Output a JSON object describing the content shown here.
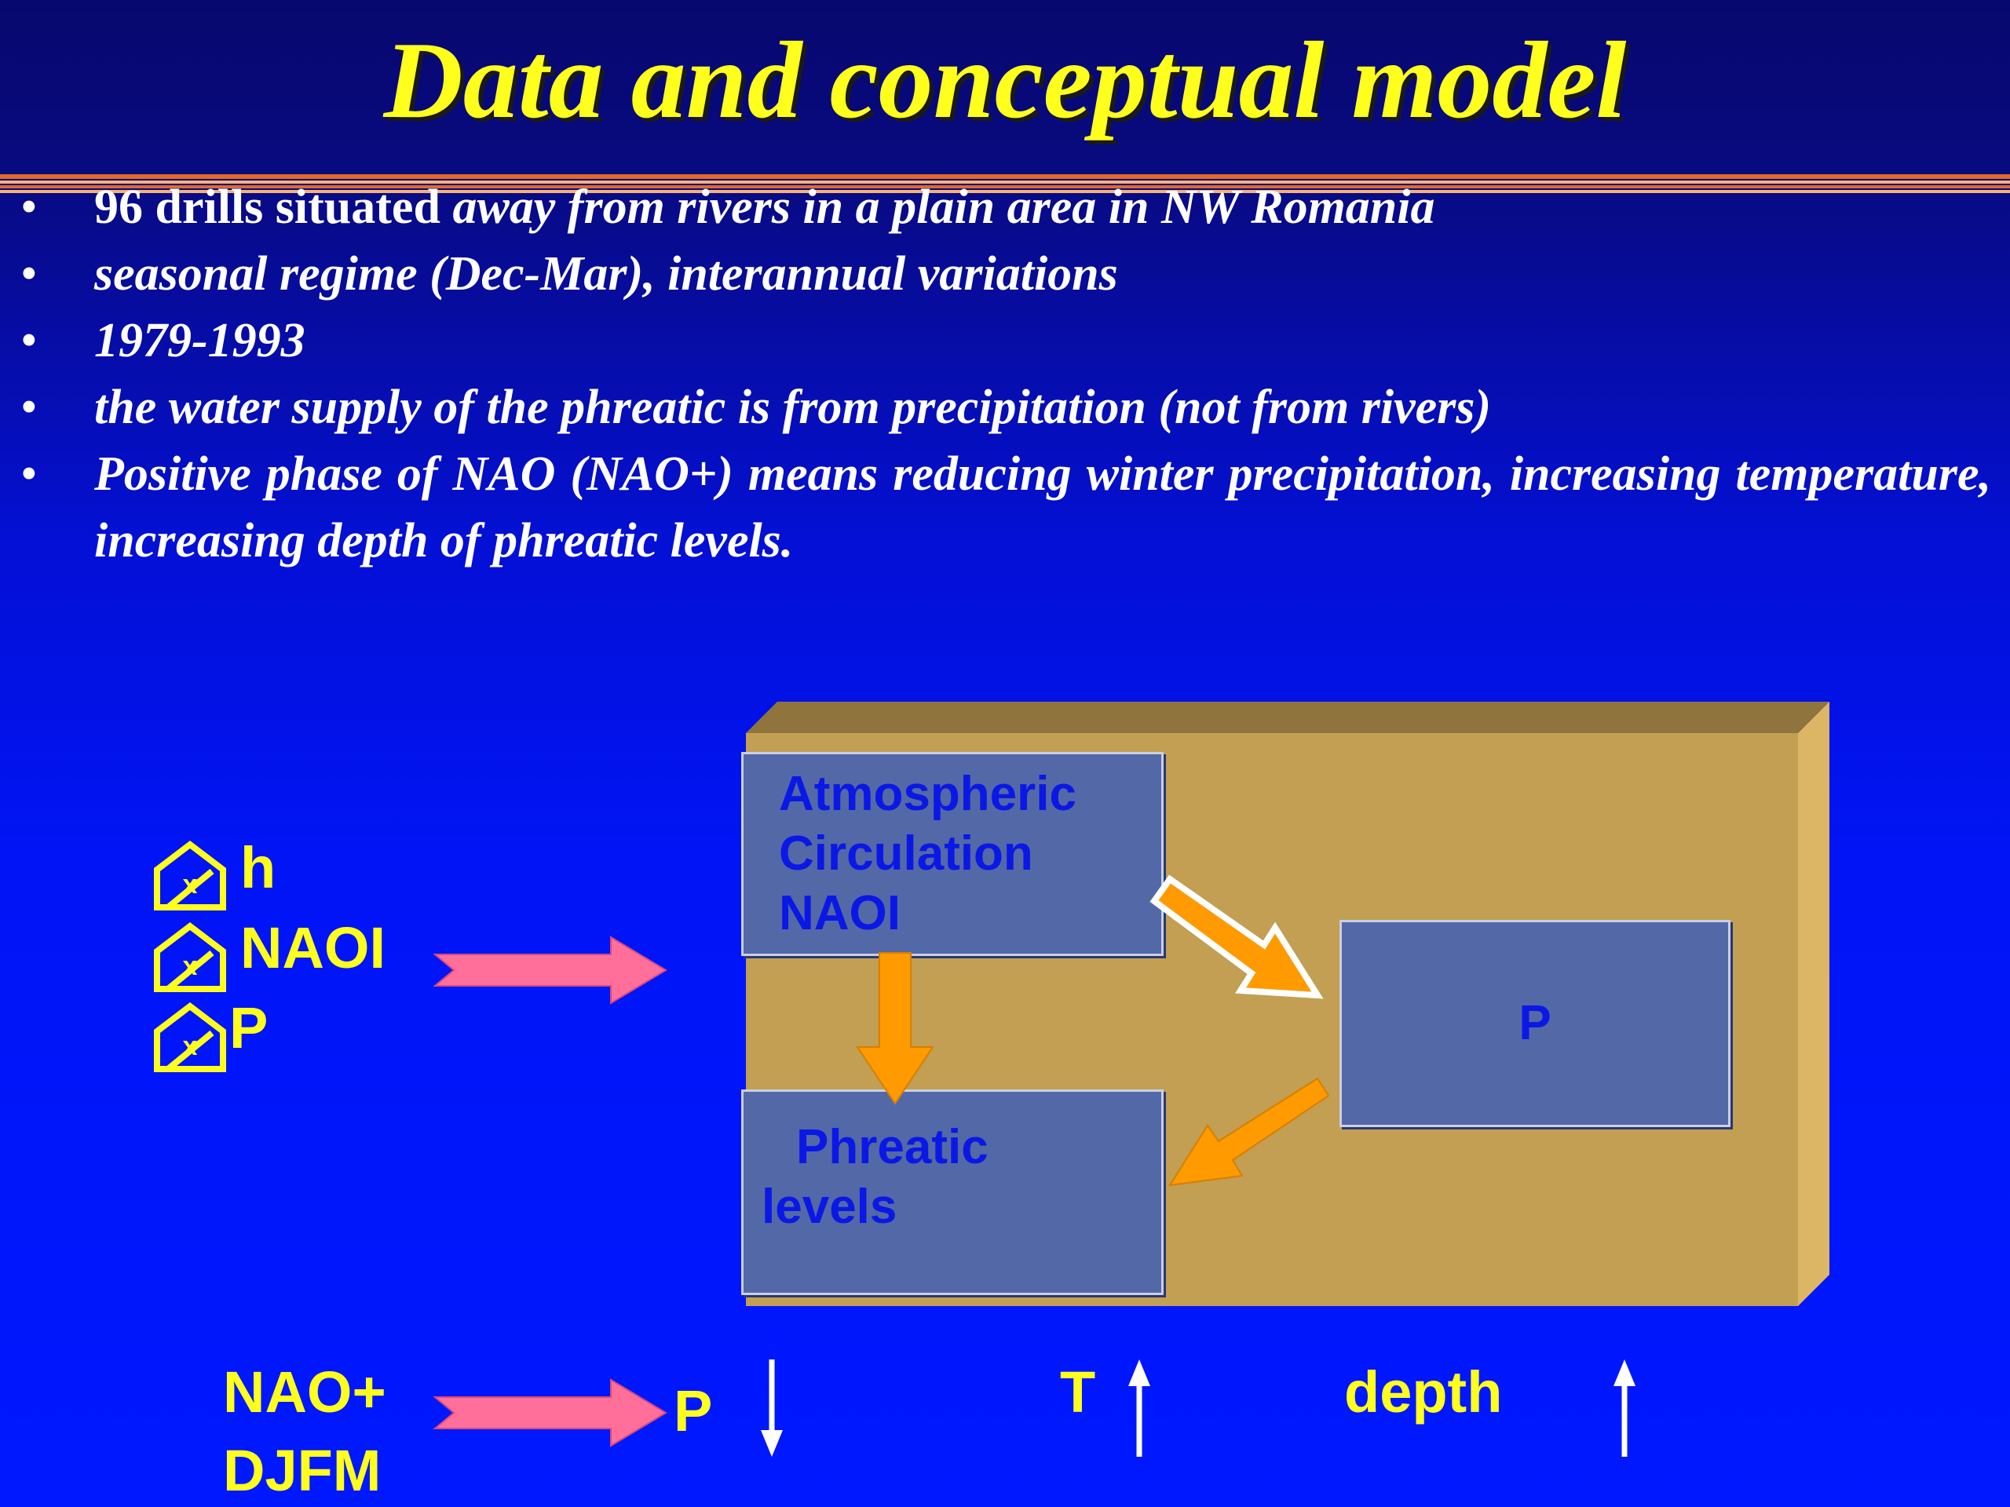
{
  "title": "Data and conceptual model",
  "bullets": [
    {
      "bold": "96 drills situated",
      "italic": " away from rivers in a plain area in NW Romania"
    },
    {
      "bold": "",
      "italic": "seasonal regime (Dec-Mar), interannual variations"
    },
    {
      "bold": "",
      "italic": " 1979-1993"
    },
    {
      "bold": "",
      "italic": " the water supply of the phreatic is from precipitation (not from rivers)"
    },
    {
      "bold": "",
      "italic": "Positive phase of NAO (NAO+) means reducing winter precipitation, increasing temperature, increasing depth of phreatic levels."
    }
  ],
  "bullet_symbol": "•",
  "inputs": {
    "items": [
      "h",
      "NAOI",
      "P"
    ],
    "icon": "image-placeholder-icon"
  },
  "diagram": {
    "box_atmospheric": [
      "Atmospheric",
      "Circulation",
      "NAOI"
    ],
    "box_p": "P",
    "box_phreatic": [
      "Phreatic",
      "levels"
    ]
  },
  "bottom": {
    "label_lines": [
      "NAO+",
      "DJFM"
    ],
    "p": "P",
    "t": "T",
    "depth": "depth"
  },
  "colors": {
    "title": "#ffff1e",
    "box_fill": "#5368a6",
    "block_front": "#c29f52",
    "arrow_pink": "#ff6f9a",
    "arrow_orange": "#ff9a00"
  }
}
